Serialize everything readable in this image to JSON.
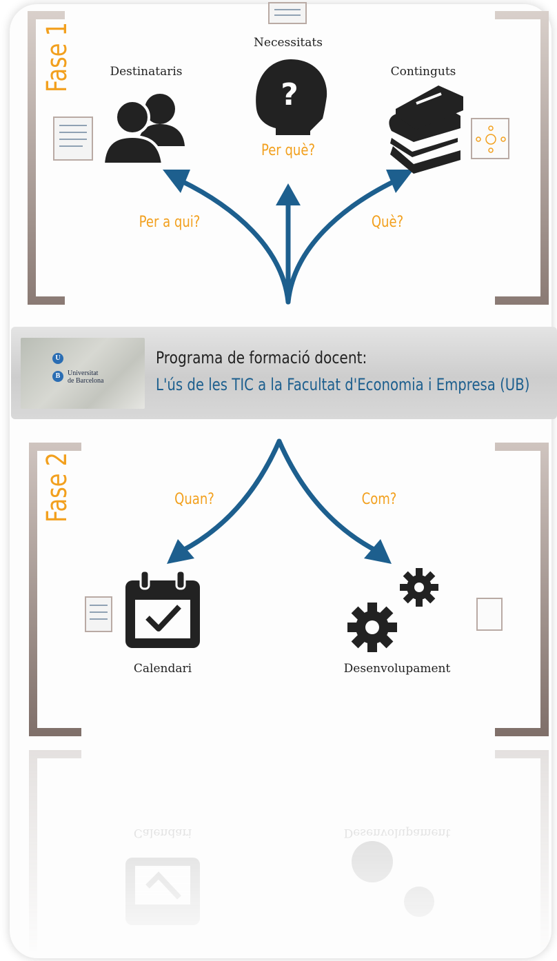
{
  "phases": {
    "phase1": "Fase 1",
    "phase2": "Fase 2"
  },
  "phase1_nodes": {
    "destinataris": "Destinataris",
    "necessitats": "Necessitats",
    "continguts": "Continguts"
  },
  "phase1_questions": {
    "per_a_qui": "Per a qui?",
    "per_que": "Per què?",
    "que": "Què?"
  },
  "banner": {
    "title_line1": "Programa de formació docent:",
    "title_line2": "L'ús de les TIC a la Facultat d'Economia i Empresa (UB)",
    "logo_university": "Universitat",
    "logo_city": "de Barcelona",
    "logo_letter_u": "U",
    "logo_letter_b": "B"
  },
  "phase2_questions": {
    "quan": "Quan?",
    "com": "Com?"
  },
  "phase2_nodes": {
    "calendari": "Calendari",
    "desenvolupament": "Desenvolupament"
  },
  "icons": {
    "destinataris": "users-icon",
    "necessitats": "question-head-icon",
    "continguts": "books-icon",
    "calendari": "calendar-check-icon",
    "desenvolupament": "gears-icon"
  },
  "colors": {
    "accent_orange": "#f2a01e",
    "arrow_blue": "#1d5f8e",
    "bracket": "#8a7a74",
    "icon_dark": "#222222"
  }
}
